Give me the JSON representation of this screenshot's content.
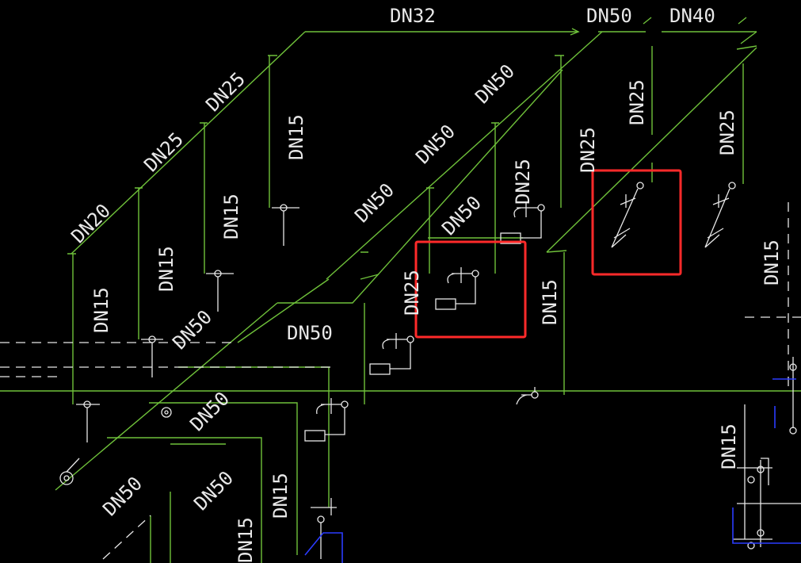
{
  "labels": {
    "dn32": "DN32",
    "dn50": "DN50",
    "dn40": "DN40",
    "dn25": "DN25",
    "dn20": "DN20",
    "dn15": "DN15"
  },
  "colors": {
    "pipe": "#6fc13a",
    "symbol": "#e8e8e8",
    "highlight": "#ff2a2a",
    "blue": "#2b3cff",
    "background": "#000000"
  }
}
